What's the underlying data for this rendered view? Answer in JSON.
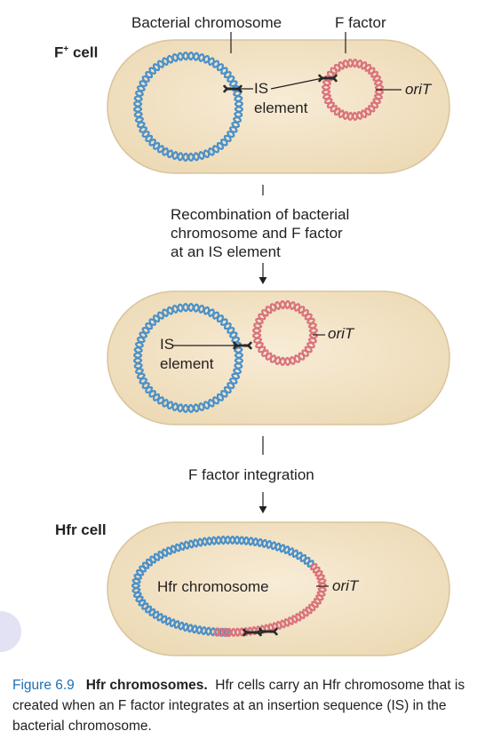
{
  "labels": {
    "bacterial_chromosome": "Bacterial chromosome",
    "f_factor": "F factor",
    "f_plus_cell": "F",
    "f_plus_sup": "+",
    "cell_word": " cell",
    "is_1": "IS",
    "is_2": "IS",
    "element_1": "element",
    "element_2": "element",
    "orit_1": "oriT",
    "orit_2": "oriT",
    "orit_3": "oriT",
    "hfr_cell": "Hfr cell",
    "hfr_chromosome": "Hfr chromosome"
  },
  "steps": {
    "recombination_l1": "Recombination of bacterial",
    "recombination_l2": "chromosome and F factor",
    "recombination_l3": "at an IS element",
    "integration": "F factor integration"
  },
  "caption": {
    "figure_number": "Figure 6.9",
    "title": "Hfr chromosomes.",
    "text": "Hfr cells carry an Hfr chromosome that is created when an F factor integrates at an insertion sequence (IS) in the bacterial chromosome."
  },
  "colors": {
    "cell_fill": "#f3e5c9",
    "cell_stroke": "#d9c6a0",
    "chromosome": "#4a90c8",
    "f_factor": "#d9737c",
    "is_element": "#2a2a2a",
    "figure_label": "#1e6fb4"
  }
}
